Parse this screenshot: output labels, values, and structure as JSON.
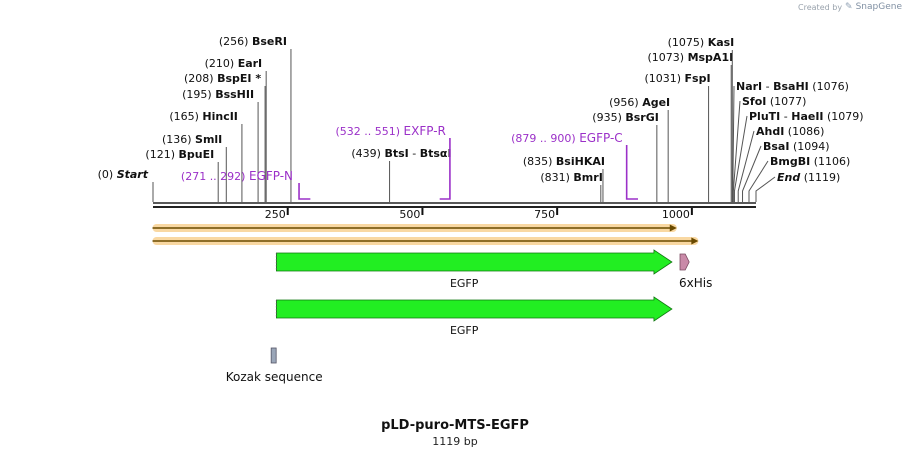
{
  "credit": {
    "text": "Created by",
    "logo": "snapgene-logo-icon",
    "brand": "SnapGene"
  },
  "map_title": "pLD-puro-MTS-EGFP",
  "map_length_label": "1119 bp",
  "sequence_length": 1119,
  "ruler_ticks": [
    {
      "pos": 250,
      "label": "250"
    },
    {
      "pos": 500,
      "label": "500"
    },
    {
      "pos": 750,
      "label": "750"
    },
    {
      "pos": 1000,
      "label": "1000"
    }
  ],
  "left_sites": [
    {
      "pos": 0,
      "pos_label": "(0)",
      "name": "Start",
      "italic": true
    },
    {
      "pos": 121,
      "pos_label": "(121)",
      "name": "BpuEI"
    },
    {
      "pos": 136,
      "pos_label": "(136)",
      "name": "SmlI"
    },
    {
      "pos": 165,
      "pos_label": "(165)",
      "name": "HincII"
    },
    {
      "pos": 195,
      "pos_label": "(195)",
      "name": "BssHII"
    },
    {
      "pos": 208,
      "pos_label": "(208)",
      "name": "BspEI",
      "mark": "*"
    },
    {
      "pos": 210,
      "pos_label": "(210)",
      "name": "EarI"
    },
    {
      "pos": 256,
      "pos_label": "(256)",
      "name": "BseRI"
    }
  ],
  "mid_sites": [
    {
      "pos": 439,
      "pos_label": "(439)",
      "name": "BtsI",
      "name2": "BtsαI"
    },
    {
      "pos": 831,
      "pos_label": "(831)",
      "name": "BmrI"
    },
    {
      "pos": 835,
      "pos_label": "(835)",
      "name": "BsiHKAI"
    },
    {
      "pos": 935,
      "pos_label": "(935)",
      "name": "BsrGI"
    },
    {
      "pos": 956,
      "pos_label": "(956)",
      "name": "AgeI"
    },
    {
      "pos": 1031,
      "pos_label": "(1031)",
      "name": "FspI"
    },
    {
      "pos": 1073,
      "pos_label": "(1073)",
      "name": "MspA1I"
    },
    {
      "pos": 1075,
      "pos_label": "(1075)",
      "name": "KasI"
    }
  ],
  "right_sites": [
    {
      "pos": 1076,
      "pos_label": "(1076)",
      "name": "NarI",
      "name2": "BsaHI"
    },
    {
      "pos": 1077,
      "pos_label": "(1077)",
      "name": "SfoI"
    },
    {
      "pos": 1079,
      "pos_label": "(1079)",
      "name": "PluTI",
      "name2": "HaeII"
    },
    {
      "pos": 1086,
      "pos_label": "(1086)",
      "name": "AhdI"
    },
    {
      "pos": 1094,
      "pos_label": "(1094)",
      "name": "BsaI"
    },
    {
      "pos": 1106,
      "pos_label": "(1106)",
      "name": "BmgBI"
    },
    {
      "pos": 1119,
      "pos_label": "(1119)",
      "name": "End",
      "italic": true
    }
  ],
  "primers": [
    {
      "start": 271,
      "end": 292,
      "range_label": "(271 .. 292)",
      "name": "EGFP-N",
      "direction": "forward"
    },
    {
      "start": 532,
      "end": 551,
      "range_label": "(532 .. 551)",
      "name": "EXFP-R",
      "direction": "reverse"
    },
    {
      "start": 879,
      "end": 900,
      "range_label": "(879 .. 900)",
      "name": "EGFP-C",
      "direction": "forward"
    }
  ],
  "orfs": [
    {
      "start": 1,
      "end": 972
    },
    {
      "start": 1,
      "end": 1012
    }
  ],
  "features": [
    {
      "name": "EGFP",
      "start": 229,
      "end": 963,
      "type": "cds",
      "row": 0
    },
    {
      "name": "6xHis",
      "start": 978,
      "end": 995,
      "type": "tag",
      "row": 0
    },
    {
      "name": "EGFP",
      "start": 229,
      "end": 963,
      "type": "cds",
      "row": 1
    },
    {
      "name": "Kozak sequence",
      "start": 223,
      "end": 232,
      "type": "misc",
      "row": 2
    }
  ],
  "colors": {
    "backbone": "#222222",
    "primer": "#9b30c8",
    "orf_fill": "#f7c77a",
    "orf_line": "#6a4a00",
    "cds": "#22ee22",
    "tag": "#c98aa8",
    "kozak": "#9aa6b8",
    "site_line": "#555555"
  }
}
